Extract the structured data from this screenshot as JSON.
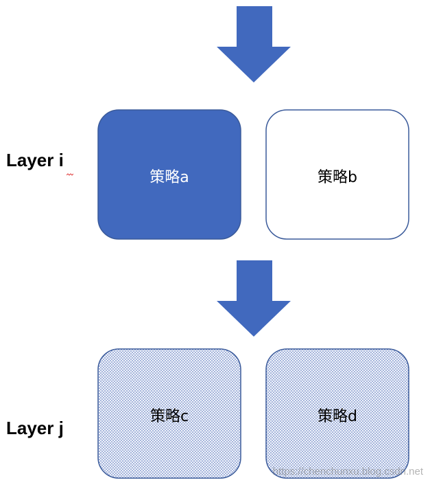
{
  "layers": {
    "i": {
      "label": "Layer i"
    },
    "j": {
      "label": "Layer j"
    }
  },
  "strategies": {
    "a": {
      "label": "策略a"
    },
    "b": {
      "label": "策略b"
    },
    "c": {
      "label": "策略c"
    },
    "d": {
      "label": "策略d"
    }
  },
  "watermark": "https://chenchunxu.blog.csdn.net",
  "colors": {
    "arrow": "#4169be",
    "box_filled": "#4169be",
    "box_outline": "#3a5a9a",
    "box_pattern_bg": "#f0f3fa",
    "box_pattern_dot": "#4c6cb8",
    "squiggle": "#e04040"
  }
}
